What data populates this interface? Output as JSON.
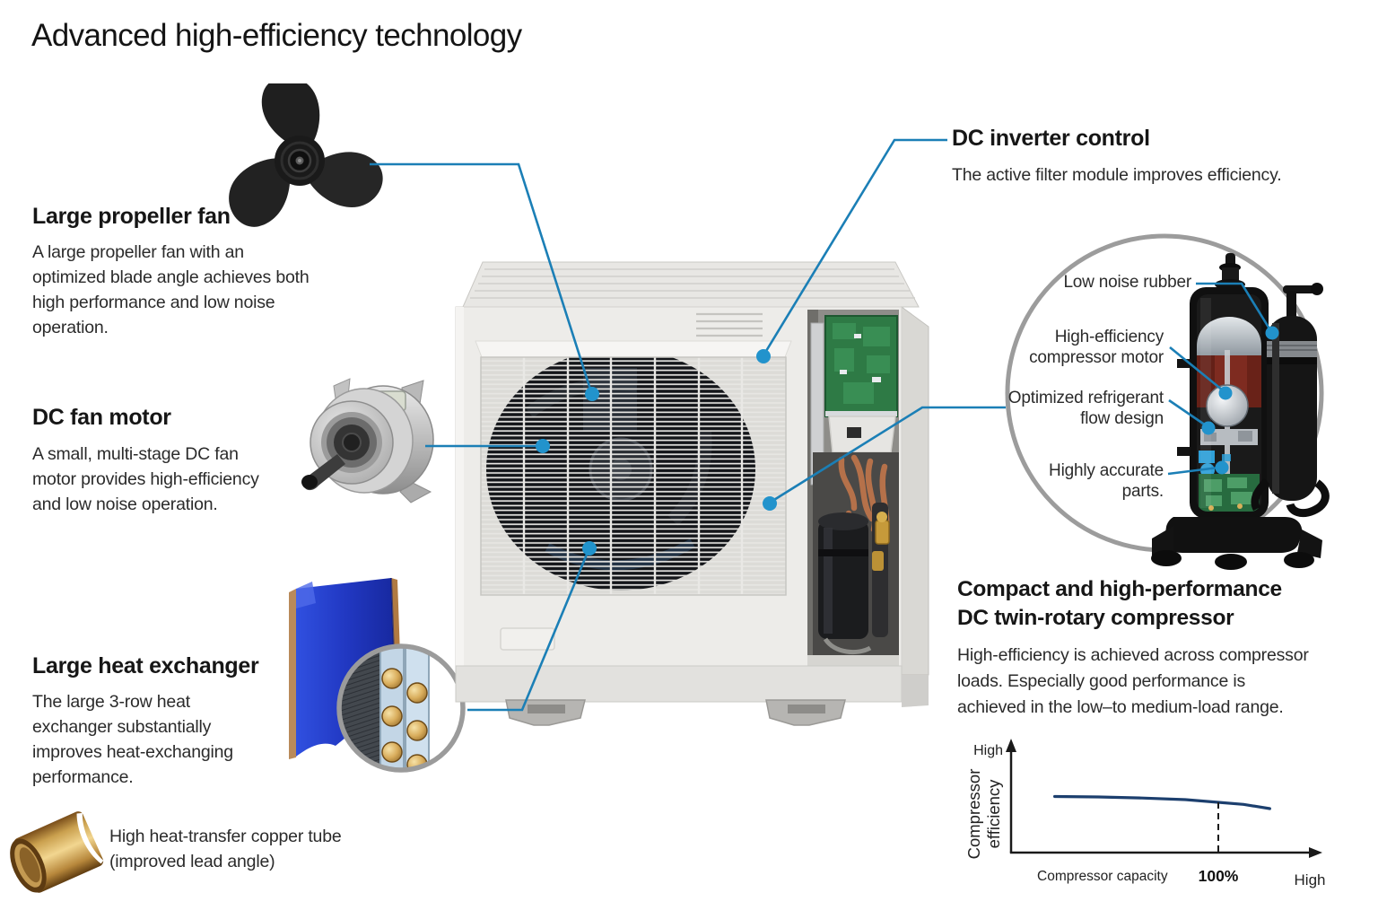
{
  "title": "Advanced high-efficiency technology",
  "colors": {
    "accent_line": "#1b7fb6",
    "accent_dot": "#2293cc",
    "chart_line": "#1c3f6e",
    "heat_exchanger_blue": "#2138c2"
  },
  "left": {
    "propeller": {
      "heading": "Large propeller fan",
      "body": "A large propeller fan with an\noptimized blade angle achieves both\nhigh performance and low noise\noperation."
    },
    "motor": {
      "heading": "DC fan motor",
      "body": "A small, multi-stage DC fan\nmotor provides high-efficiency\nand low noise operation."
    },
    "exchanger": {
      "heading": "Large heat exchanger",
      "body": "The large 3-row heat\nexchanger substantially\nimproves heat-exchanging\nperformance."
    },
    "copper": {
      "caption": "High heat-transfer copper tube\n(improved lead angle)"
    }
  },
  "right": {
    "inverter": {
      "heading": "DC inverter control",
      "body": "The active filter module improves efficiency."
    },
    "circle_labels": {
      "rubber": "Low noise rubber",
      "motor": "High-efficiency\ncompressor motor",
      "refrigerant": "Optimized refrigerant\nflow design",
      "parts": "Highly accurate\nparts."
    },
    "compressor": {
      "heading": "Compact and high-performance\nDC twin-rotary compressor",
      "body": "High-efficiency is achieved across compressor\nloads. Especially good performance is\nachieved in the low–to medium-load range."
    }
  },
  "chart_data": {
    "type": "line",
    "title": "",
    "xlabel": "Compressor capacity",
    "ylabel_lines": [
      "Compressor",
      "efficiency"
    ],
    "y_top_label": "High",
    "x_end_label": "High",
    "x_tick_label": "100%",
    "x_tick_position": 0.713,
    "points": [
      [
        0.15,
        0.53
      ],
      [
        0.3,
        0.525
      ],
      [
        0.45,
        0.515
      ],
      [
        0.6,
        0.5
      ],
      [
        0.713,
        0.475
      ],
      [
        0.8,
        0.455
      ],
      [
        0.89,
        0.415
      ]
    ],
    "grid": false,
    "legend": "none",
    "axes_note": "qualitative axes, Low to High"
  }
}
